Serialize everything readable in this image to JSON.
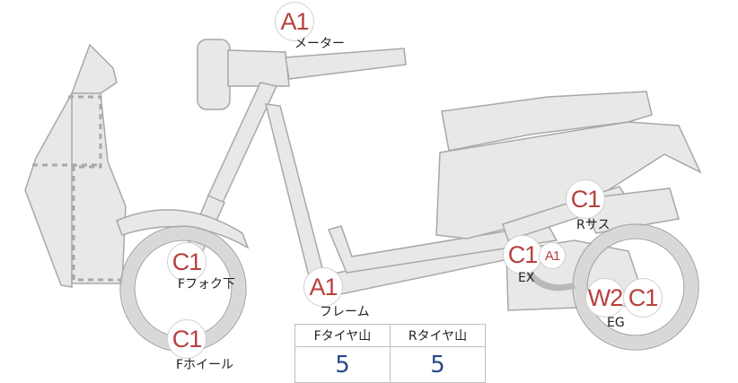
{
  "markers": {
    "meter": {
      "grade": "A1",
      "label": "メーター"
    },
    "front_fork": {
      "grade": "C1",
      "label": "Fフォク下"
    },
    "front_wheel": {
      "grade": "C1",
      "label": "Fホイール"
    },
    "frame": {
      "grade": "A1",
      "label": "フレーム"
    },
    "rear_suspension": {
      "grade": "C1",
      "label": "Rサス"
    },
    "exhaust": {
      "grade": "C1",
      "grade_small": "A1",
      "label": "EX"
    },
    "engine": {
      "grade": "W2",
      "grade2": "C1",
      "label": "EG"
    }
  },
  "tire_table": {
    "headers": [
      "Fタイヤ山",
      "Rタイヤ山"
    ],
    "values": [
      "5",
      "5"
    ]
  },
  "colors": {
    "body_fill": "#e8e8e6",
    "outline": "#a9a9a9",
    "grade_text": "#b7413e",
    "table_value": "#2b4a8b"
  }
}
